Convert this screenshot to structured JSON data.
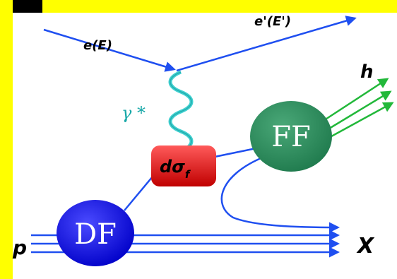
{
  "labels": {
    "incoming_electron": "e(E)",
    "outgoing_electron": "e'(E')",
    "virtual_photon": "γ *",
    "hadron": "h",
    "proton": "p",
    "remnant": "X"
  },
  "blobs": {
    "distribution_function": "DF",
    "fragmentation_function": "FF",
    "hard_cross_section": "dσ",
    "hard_cross_section_subscript": "f"
  },
  "colors": {
    "frame_accent": "#ffff00",
    "electron_line": "#1f4ff0",
    "photon": "#3fd0d0",
    "hadron_line": "#22b83a",
    "df_blob": "#1010e8",
    "ff_blob": "#2e8b57",
    "hard_blob": "#e01818"
  }
}
